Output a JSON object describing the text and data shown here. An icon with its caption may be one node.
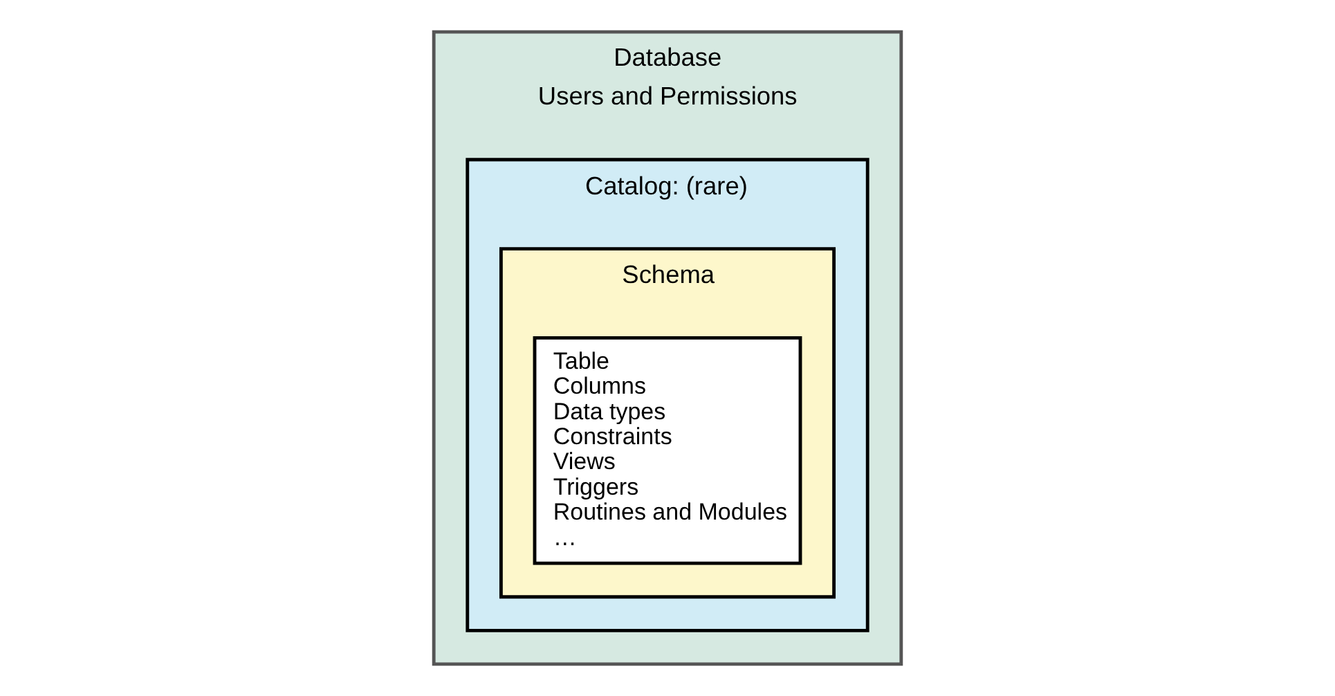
{
  "diagram": {
    "nodes": [
      {
        "text": [
          "Database",
          "Users and Permissions"
        ]
      },
      {
        "text": [
          "Catalog: (rare)"
        ],
        "in": 0
      },
      {
        "text": [
          "Schema"
        ],
        "in": 1
      },
      {
        "text": [
          "Table",
          "Columns",
          "Data types",
          "Constraints",
          "Views",
          "Triggers",
          "Routines and Modules",
          "…"
        ],
        "in": 2
      }
    ]
  }
}
